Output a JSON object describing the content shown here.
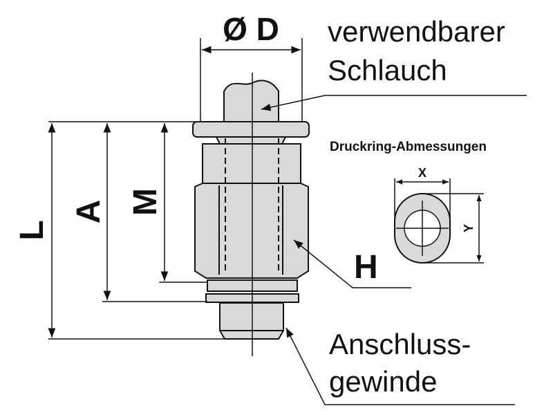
{
  "diagram": {
    "dimension_labels": {
      "diameter": "Ø D",
      "L": "L",
      "A": "A",
      "M": "M",
      "H": "H"
    },
    "callouts": {
      "hose_line1": "verwendbarer",
      "hose_line2": "Schlauch",
      "thread_line1": "Anschluss-",
      "thread_line2": "gewinde"
    },
    "ring": {
      "title": "Druckring-Abmessungen",
      "x_label": "X",
      "y_label": "Y"
    },
    "colors": {
      "part_fill": "#d9d9d9",
      "line": "#111111"
    }
  }
}
